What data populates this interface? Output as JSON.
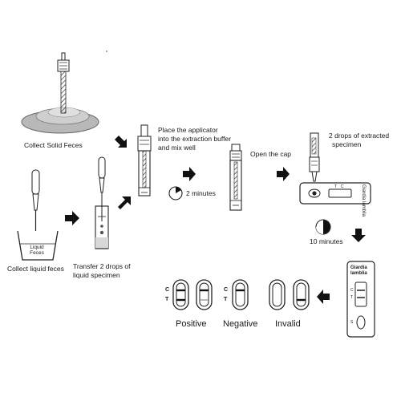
{
  "steps": {
    "collect_solid": "Collect Solid Feces",
    "collect_liquid": "Collect liquid feces",
    "liquid_jar_label_1": "Liquid",
    "liquid_jar_label_2": "Feces",
    "transfer_1": "Transfer 2 drops of",
    "transfer_2": "liquid specimen",
    "place_1": "Place the applicator",
    "place_2": "into the extraction buffer",
    "place_3": "and mix well",
    "open_cap": "Open the cap",
    "drops_1": "2 drops of extracted",
    "drops_2": "specimen",
    "wait_2min": "2 minutes",
    "wait_10min": "10 minutes"
  },
  "cassette": {
    "brand_1": "Giardia",
    "brand_2": "lamblia",
    "c_mark": "C",
    "t_mark": "T",
    "s_mark": "S"
  },
  "results": {
    "c_label": "C",
    "t_label": "T",
    "positive": "Positive",
    "negative": "Negative",
    "invalid": "Invalid"
  }
}
